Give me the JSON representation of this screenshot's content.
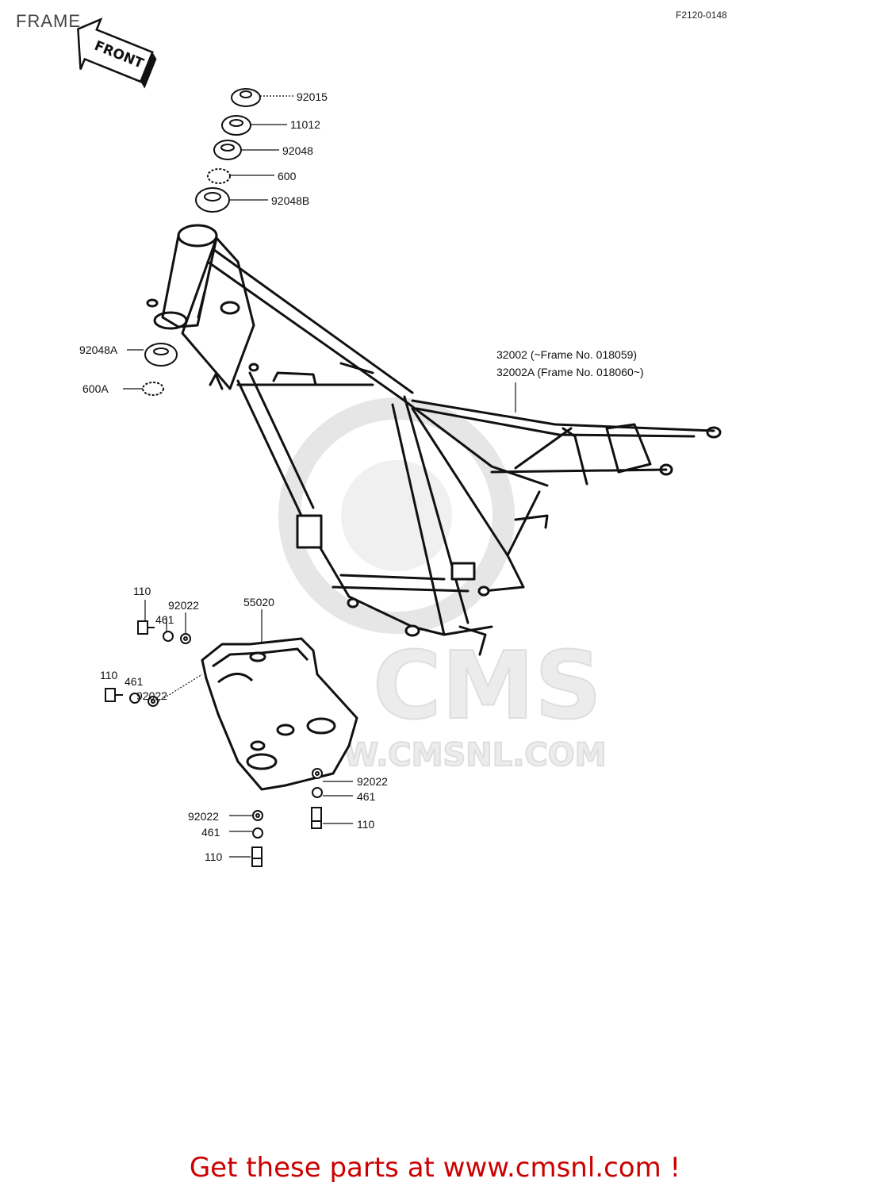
{
  "header": {
    "title": "FRAME",
    "ref_code": "F2120-0148"
  },
  "front_arrow": {
    "label": "FRONT"
  },
  "watermark": {
    "brand": "CMS",
    "url": "WWW.CMSNL.COM"
  },
  "parts": {
    "p92015": "92015",
    "p11012": "11012",
    "p92048": "92048",
    "p600": "600",
    "p92048B": "92048B",
    "p92048A": "92048A",
    "p600A": "600A",
    "frame_a": "32002 (~Frame No. 018059)",
    "frame_b": "32002A (Frame No. 018060~)",
    "p55020": "55020",
    "l110_a": "110",
    "l461_a": "461",
    "l92022_a": "92022",
    "l110_b": "110",
    "l461_b": "461",
    "l92022_b": "92022",
    "r92022": "92022",
    "r461": "461",
    "r110": "110",
    "b92022": "92022",
    "b461": "461",
    "b110": "110"
  },
  "footer": {
    "cta": "Get these parts at www.cmsnl.com !"
  }
}
